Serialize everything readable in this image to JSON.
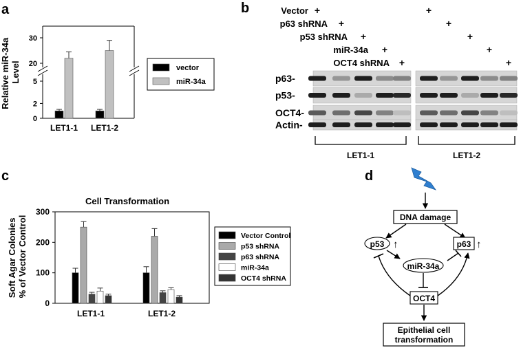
{
  "panels": {
    "a": "a",
    "b": "b",
    "c": "c",
    "d": "d"
  },
  "colors": {
    "black": "#000000",
    "dark_gray": "#3c3c3c",
    "gray": "#999999",
    "light_gray": "#c0c0c0",
    "white": "#ffffff",
    "bolt": "#2f7fd0",
    "blot_bg": "#d6d6d6"
  },
  "chart_data": [
    {
      "type": "bar",
      "panel": "a",
      "ylabel": "Relative miR-34a Level",
      "categories": [
        "LET1-1",
        "LET1-2"
      ],
      "y_ticks": [
        "0",
        "2",
        "5",
        "20",
        "30"
      ],
      "axis_break": true,
      "series": [
        {
          "name": "vector",
          "color": "#000000",
          "values": [
            1,
            1
          ],
          "errors": [
            0.2,
            0.2
          ]
        },
        {
          "name": "miR-34a",
          "color": "#c0c0c0",
          "values": [
            22,
            25
          ],
          "errors": [
            2.5,
            4
          ]
        }
      ]
    },
    {
      "type": "bar",
      "panel": "c",
      "title": "Cell Transformation",
      "ylabel": "Soft Agar Colonies % of Vector Control",
      "ylim": [
        0,
        300
      ],
      "y_ticks": [
        "0",
        "100",
        "200",
        "300"
      ],
      "categories": [
        "LET1-1",
        "LET1-2"
      ],
      "series": [
        {
          "name": "Vector Control",
          "color": "#000000",
          "values": [
            100,
            100
          ],
          "errors": [
            15,
            20
          ]
        },
        {
          "name": "p53 shRNA",
          "color": "#aaaaaa",
          "values": [
            250,
            220
          ],
          "errors": [
            18,
            25
          ]
        },
        {
          "name": "p63 shRNA",
          "color": "#444444",
          "values": [
            30,
            35
          ],
          "errors": [
            6,
            6
          ]
        },
        {
          "name": "miR-34a",
          "color": "#ffffff",
          "values": [
            40,
            45
          ],
          "errors": [
            10,
            6
          ]
        },
        {
          "name": "OCT4 shRNA",
          "color": "#333333",
          "values": [
            25,
            20
          ],
          "errors": [
            5,
            5
          ]
        }
      ]
    }
  ],
  "blot": {
    "conditions": [
      "Vector",
      "p63 shRNA",
      "p53 shRNA",
      "miR-34a",
      "OCT4 shRNA"
    ],
    "plus": "+",
    "proteins": [
      "p63-",
      "p53-",
      "OCT4-",
      "Actin-"
    ],
    "groups": [
      "LET1-1",
      "LET1-2"
    ],
    "bands": {
      "p63": [
        1,
        0.4,
        1,
        0.45,
        0.5
      ],
      "p53": [
        1,
        1,
        0.3,
        1,
        0.95
      ],
      "OCT4": [
        0.7,
        0.6,
        0.8,
        0.5,
        0.2
      ],
      "Actin": [
        1,
        1,
        1,
        1,
        1
      ]
    }
  },
  "diagram": {
    "dna_damage": "DNA damage",
    "p53": "p53",
    "p63": "p63",
    "mir34a": "miR-34a",
    "oct4": "OCT4",
    "outcome_line1": "Epithelial cell",
    "outcome_line2": "transformation",
    "up_arrow": "↑"
  }
}
